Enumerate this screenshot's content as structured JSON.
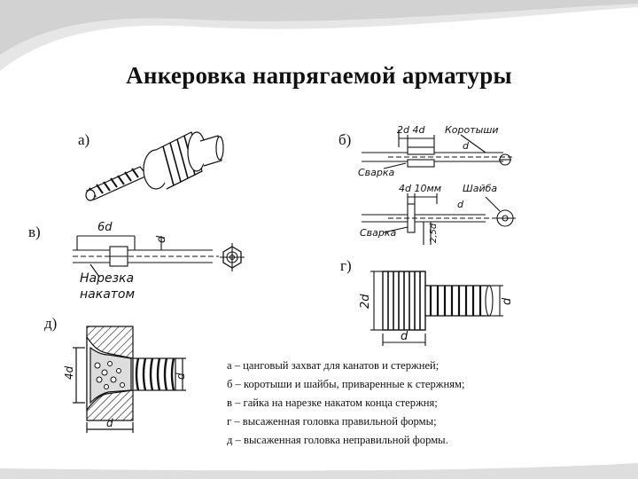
{
  "slide": {
    "title": "Анкеровка напрягаемой арматуры",
    "panel_labels": {
      "a": "а)",
      "b": "б)",
      "v": "в)",
      "g": "г)",
      "d": "д)"
    },
    "figure_b": {
      "dim_top": "2d 4d",
      "shorts_label": "Коротыши",
      "d_label": "d",
      "weld_label_1": "Сварка",
      "dim_lower": "4d 10мм",
      "washer_label": "Шайба",
      "weld_label_2": "Сварка",
      "dim_vertical": "2,5d"
    },
    "figure_v": {
      "dim_top": "6d",
      "d_label": "d",
      "thread_label_1": "Нарезка",
      "thread_label_2": "накатом"
    },
    "figure_g": {
      "dim_left": "2d",
      "dim_right": "d",
      "dim_bottom": "d"
    },
    "figure_d": {
      "dim_left": "4d",
      "dim_right": "d",
      "dim_bottom": "d"
    },
    "caption": [
      "а – цанговый захват для канатов и стержней;",
      "б – коротыши и шайбы, приваренные к стержням;",
      "в – гайка на нарезке накатом конца стержня;",
      "г – высаженная головка правильной формы;",
      "д – высаженная головка неправильной формы."
    ]
  },
  "colors": {
    "ink": "#111111",
    "swoosh": "#c8c8c8",
    "paper": "#ffffff"
  }
}
